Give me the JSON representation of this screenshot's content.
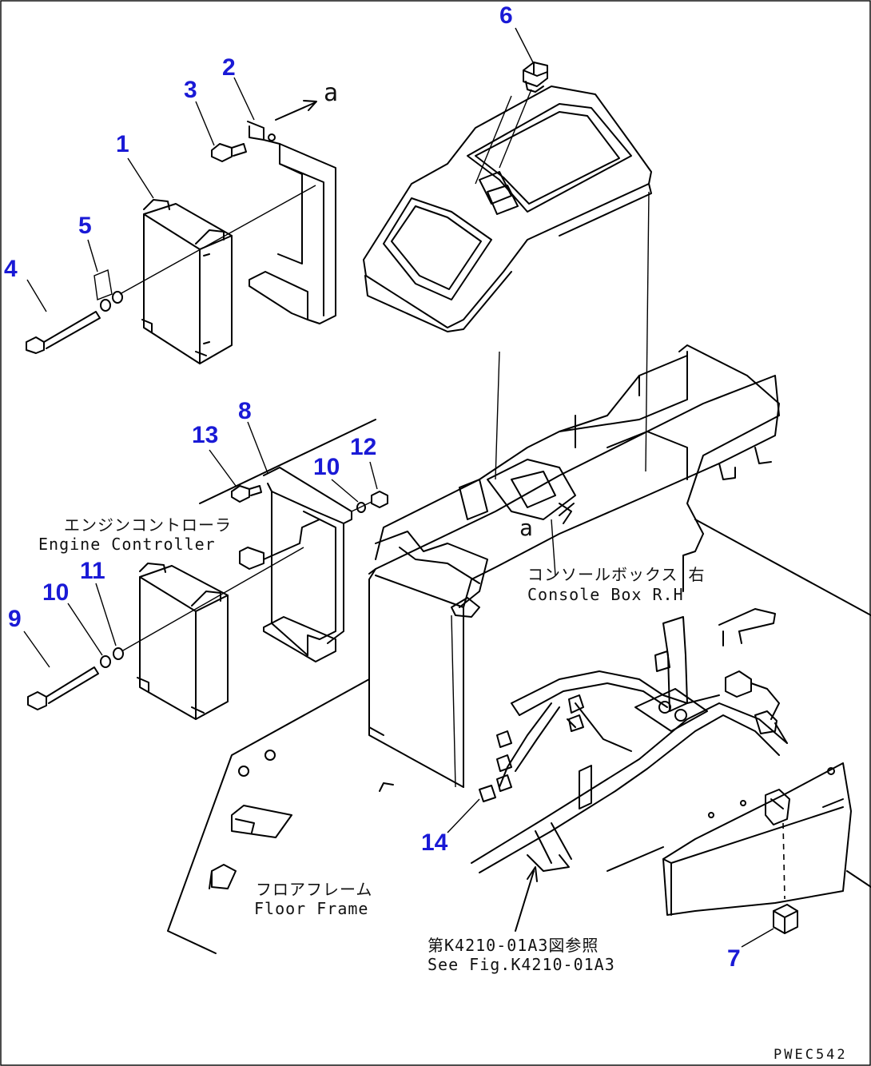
{
  "callouts": {
    "c1": "1",
    "c2": "2",
    "c3": "3",
    "c4": "4",
    "c5": "5",
    "c6": "6",
    "c7": "7",
    "c8": "8",
    "c9": "9",
    "c10a": "10",
    "c10b": "10",
    "c11": "11",
    "c12": "12",
    "c13": "13",
    "c14": "14"
  },
  "labels": {
    "engine_controller_jp": "エンジンコントローラ",
    "engine_controller_en": "Engine Controller",
    "console_box_jp": "コンソールボックス 右",
    "console_box_en": "Console Box R.H",
    "floor_frame_jp": "フロアフレーム",
    "floor_frame_en": "Floor Frame",
    "see_fig_jp": "第K4210-01A3図参照",
    "see_fig_en": "See Fig.K4210-01A3",
    "ref_a1": "a",
    "ref_a2": "a"
  },
  "drawing_code": "PWEC542",
  "colors": {
    "callout": "#1a1ad6",
    "line": "#000000"
  }
}
